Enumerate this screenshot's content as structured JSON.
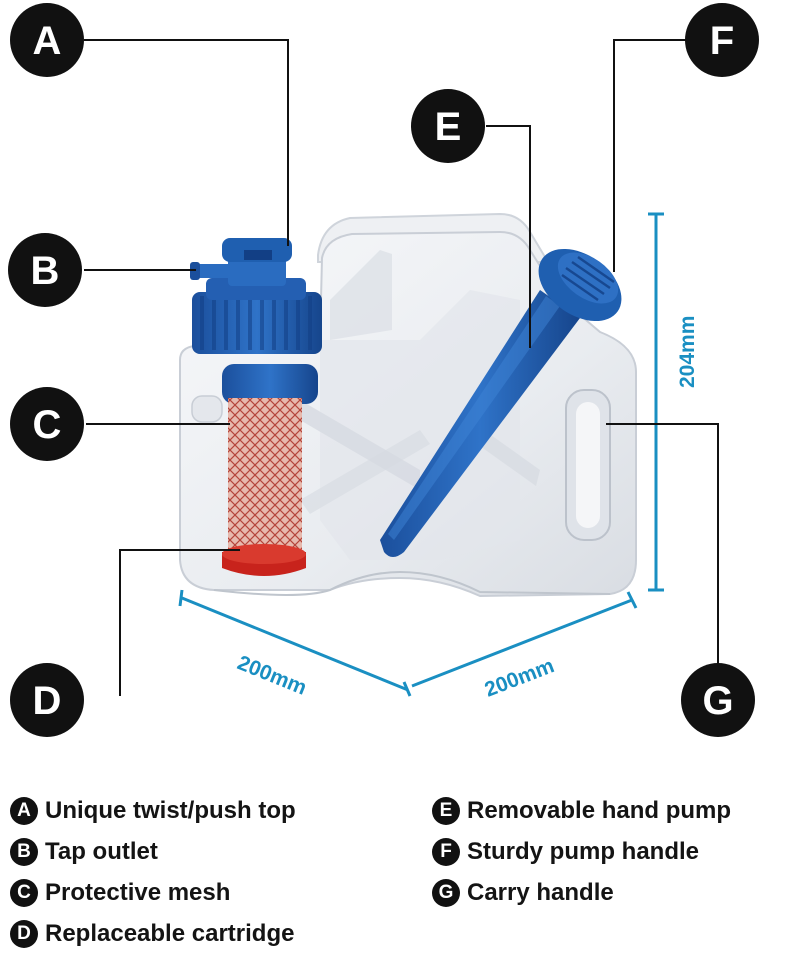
{
  "callouts": [
    {
      "letter": "A",
      "text": "Unique twist/push top"
    },
    {
      "letter": "B",
      "text": "Tap outlet"
    },
    {
      "letter": "C",
      "text": "Protective mesh"
    },
    {
      "letter": "D",
      "text": "Replaceable cartridge"
    },
    {
      "letter": "E",
      "text": "Removable hand pump"
    },
    {
      "letter": "F",
      "text": "Sturdy pump handle"
    },
    {
      "letter": "G",
      "text": "Carry handle"
    }
  ],
  "dimensions": {
    "width": "200mm",
    "depth": "200mm",
    "height": "204mm"
  },
  "colors": {
    "blue": "#1f5fb0",
    "dark_blue": "#123f85",
    "cartridge_red": "#c8231c",
    "dimension_line": "#1a8fc2",
    "badge": "#111111"
  }
}
